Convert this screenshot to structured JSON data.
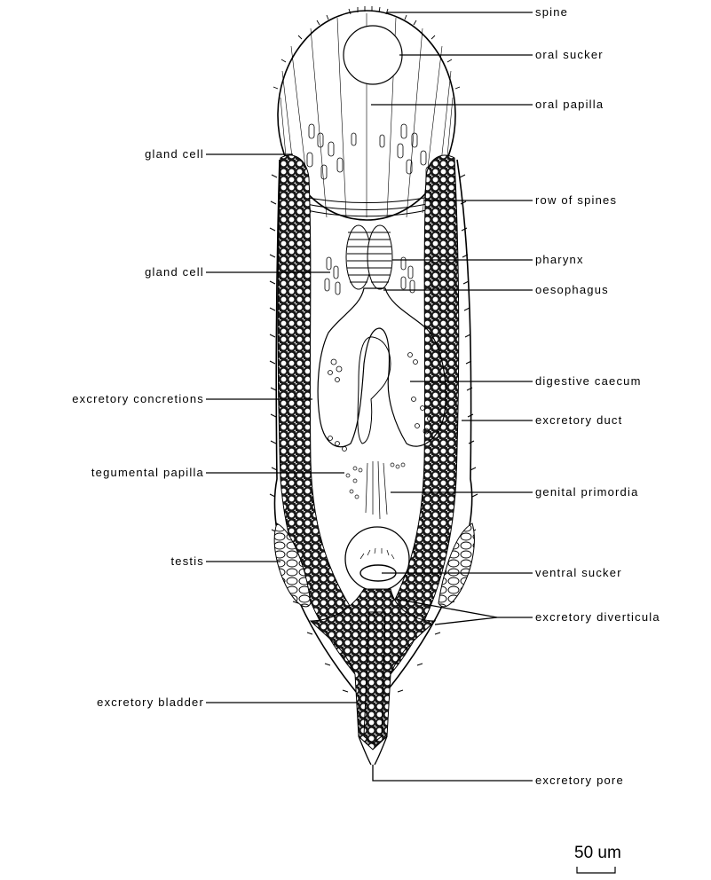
{
  "labels": {
    "spine": "spine",
    "oral_sucker": "oral sucker",
    "oral_papilla": "oral papilla",
    "gland_cell_upper": "gland cell",
    "row_of_spines": "row of spines",
    "gland_cell_lower": "gland cell",
    "pharynx": "pharynx",
    "oesophagus": "oesophagus",
    "digestive_caecum": "digestive caecum",
    "excretory_concretions": "excretory concretions",
    "excretory_duct": "excretory duct",
    "tegumental_papilla": "tegumental papilla",
    "genital_primordia": "genital primordia",
    "testis": "testis",
    "ventral_sucker": "ventral sucker",
    "excretory_diverticula": "excretory diverticula",
    "excretory_bladder": "excretory bladder",
    "excretory_pore": "excretory pore"
  },
  "scale_bar": {
    "label": "50 um"
  }
}
